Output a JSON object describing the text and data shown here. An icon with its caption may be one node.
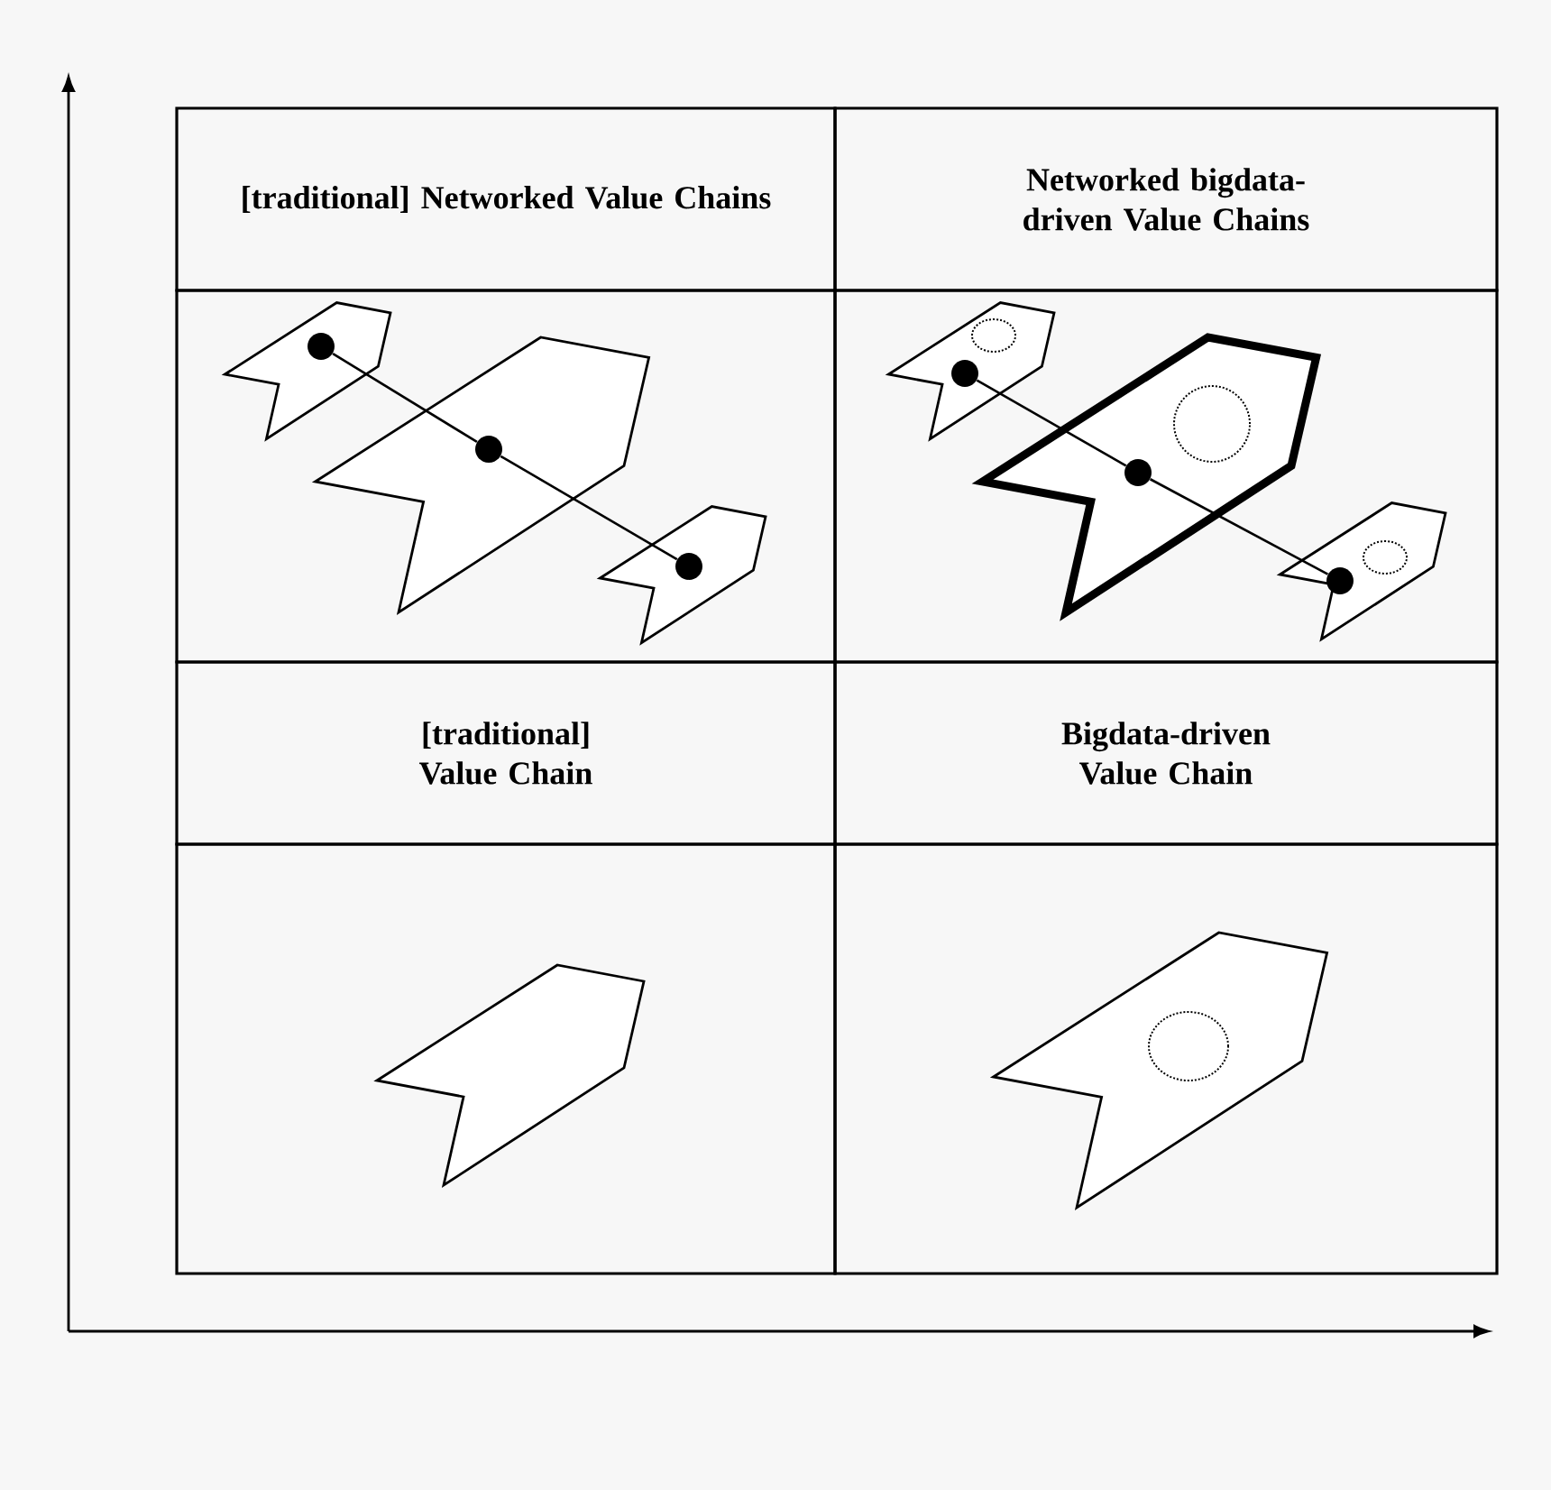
{
  "diagram": {
    "nodes": [
      {
        "text": [
          "[traditional] Networked Value Chains"
        ]
      },
      {
        "text": [
          "Networked bigdata-driven Value Chains"
        ]
      },
      {
        "text": [
          "[traditional] Value Chain"
        ]
      },
      {
        "text": [
          "Bigdata-driven Value Chain"
        ]
      },
      {
        "text": [],
        "shape": "circle"
      },
      {
        "text": [],
        "shape": "circle"
      },
      {
        "text": [],
        "shape": "circle"
      },
      {
        "text": [],
        "shape": "circle"
      },
      {
        "text": [],
        "shape": "circle"
      },
      {
        "text": [],
        "shape": "circle"
      }
    ],
    "edges": [
      {
        "from": 4,
        "to": 5,
        "arrow": "none"
      },
      {
        "from": 5,
        "to": 6,
        "arrow": "none"
      },
      {
        "from": 7,
        "to": 8,
        "arrow": "none"
      },
      {
        "from": 8,
        "to": 9,
        "arrow": "none"
      }
    ]
  }
}
